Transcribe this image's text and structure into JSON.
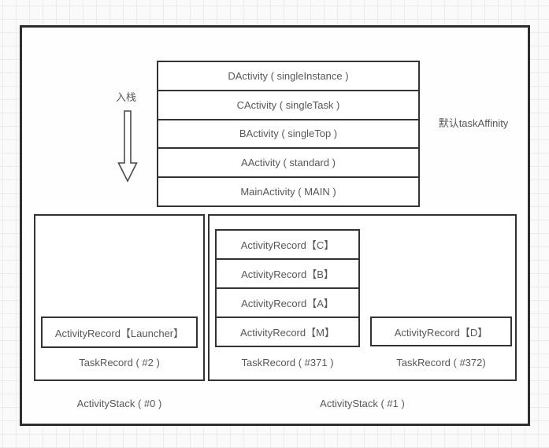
{
  "diagram": {
    "push_arrow_label": "入栈",
    "affinity_label": "默认taskAffinity",
    "launch_mode_stack": {
      "rows": [
        {
          "label": "DActivity ( singleInstance )"
        },
        {
          "label": "CActivity ( singleTask )"
        },
        {
          "label": "BActivity ( singleTop )"
        },
        {
          "label": "AActivity ( standard )"
        },
        {
          "label": "MainActivity ( MAIN )"
        }
      ]
    },
    "activity_stack_0": {
      "label": "ActivityStack ( #0 )",
      "task_records": [
        {
          "label": "TaskRecord ( #2 )",
          "activity_records": [
            "ActivityRecord【Launcher】"
          ]
        }
      ]
    },
    "activity_stack_1": {
      "label": "ActivityStack ( #1 )",
      "task_records": [
        {
          "label": "TaskRecord ( #371 )",
          "activity_records": [
            "ActivityRecord【C】",
            "ActivityRecord【B】",
            "ActivityRecord【A】",
            "ActivityRecord【M】"
          ]
        },
        {
          "label": "TaskRecord ( #372)",
          "activity_records": [
            "ActivityRecord【D】"
          ]
        }
      ]
    }
  }
}
